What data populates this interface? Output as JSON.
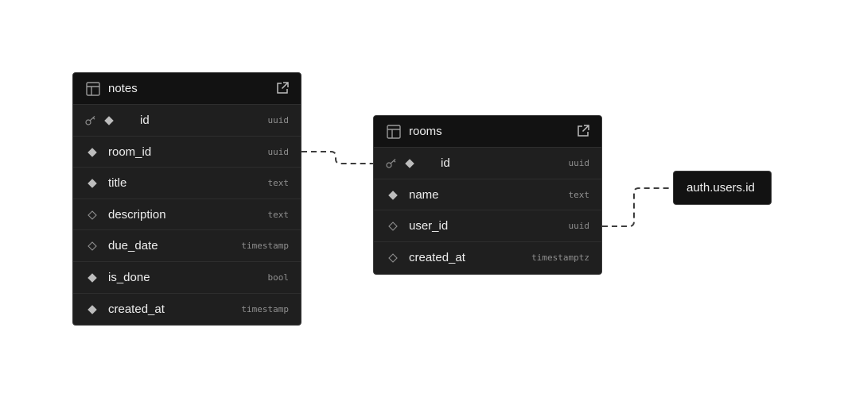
{
  "tables": [
    {
      "name": "notes",
      "columns": [
        {
          "name": "id",
          "type": "uuid",
          "primary": true,
          "nullable": false
        },
        {
          "name": "room_id",
          "type": "uuid",
          "primary": false,
          "nullable": false
        },
        {
          "name": "title",
          "type": "text",
          "primary": false,
          "nullable": false
        },
        {
          "name": "description",
          "type": "text",
          "primary": false,
          "nullable": true
        },
        {
          "name": "due_date",
          "type": "timestamp",
          "primary": false,
          "nullable": true
        },
        {
          "name": "is_done",
          "type": "bool",
          "primary": false,
          "nullable": false
        },
        {
          "name": "created_at",
          "type": "timestamp",
          "primary": false,
          "nullable": false
        }
      ]
    },
    {
      "name": "rooms",
      "columns": [
        {
          "name": "id",
          "type": "uuid",
          "primary": true,
          "nullable": false
        },
        {
          "name": "name",
          "type": "text",
          "primary": false,
          "nullable": false
        },
        {
          "name": "user_id",
          "type": "uuid",
          "primary": false,
          "nullable": true
        },
        {
          "name": "created_at",
          "type": "timestamptz",
          "primary": false,
          "nullable": true
        }
      ]
    }
  ],
  "external_ref": {
    "label": "auth.users.id"
  },
  "relations": [
    {
      "from": "notes.room_id",
      "to": "rooms.id"
    },
    {
      "from": "rooms.user_id",
      "to": "auth.users.id"
    }
  ],
  "colors": {
    "background": "#ffffff",
    "card": "#1f1f1f",
    "header": "#121212",
    "text": "#ededed",
    "muted": "#8f8f8f",
    "edge": "#3d3d3d"
  }
}
